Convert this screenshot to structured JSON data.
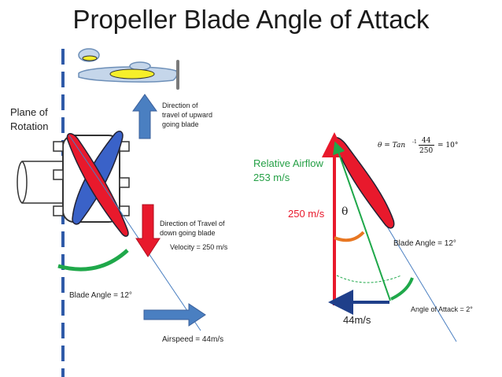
{
  "title": "Propeller Blade Angle of Attack",
  "labels": {
    "plane_of_rotation_line1": "Plane of",
    "plane_of_rotation_line2": "Rotation",
    "upward_line1": "Direction of",
    "upward_line2": "travel of upward",
    "upward_line3": "going blade",
    "downward_line1": "Direction of Travel of",
    "downward_line2": "down going blade",
    "velocity": "Velocity = 250 m/s",
    "blade_angle_left": "Blade Angle = 12°",
    "airspeed": "Airspeed = 44m/s",
    "relative_airflow_line1": "Relative Airflow",
    "relative_airflow_line2": "253 m/s",
    "speed_250": "250 m/s",
    "theta": "θ",
    "blade_angle_right": "Blade Angle = 12°",
    "speed_44": "44m/s",
    "angle_of_attack": "Angle of Attack = 2°"
  },
  "formula": {
    "lhs": "θ = Tan",
    "exponent": "-1",
    "numerator": "44",
    "denominator": "250",
    "result": "= 10°"
  },
  "colors": {
    "red": "#e8192c",
    "blue": "#3a62c8",
    "green": "#1fa84a",
    "orange": "#e87722",
    "navy": "#1f3f8a",
    "dashed": "#2f5aa8",
    "relative_text": "#25a046"
  }
}
